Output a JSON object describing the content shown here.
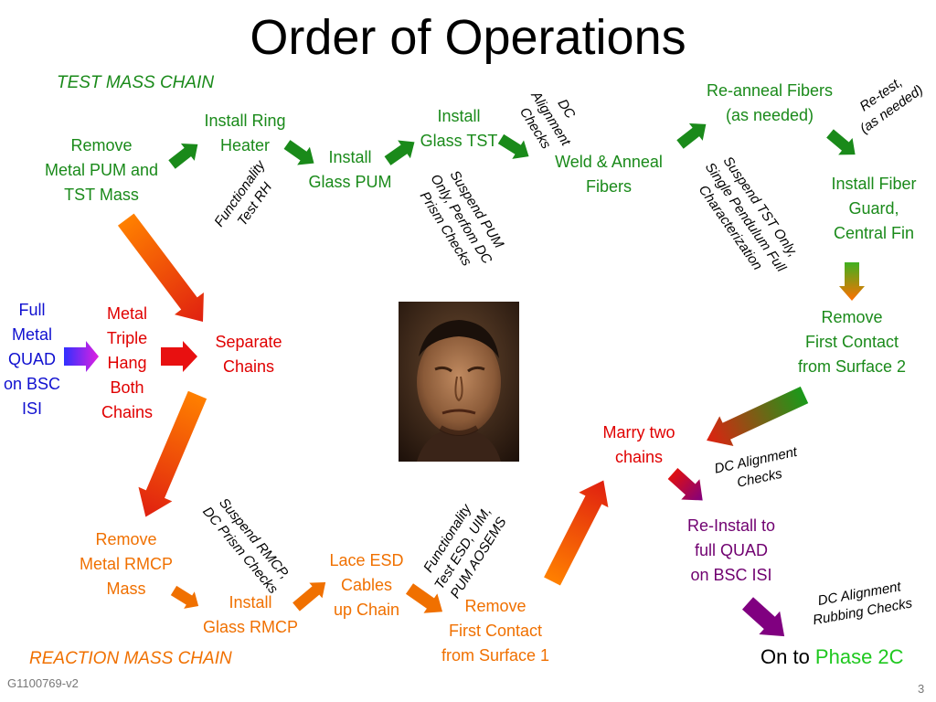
{
  "title": "Order of Operations",
  "chain_labels": {
    "test_mass": "TEST MASS CHAIN",
    "reaction_mass": "REACTION MASS CHAIN"
  },
  "nodes": {
    "full_quad": [
      "Full",
      "Metal",
      "QUAD",
      "on BSC",
      "ISI"
    ],
    "triple_hang": [
      "Metal",
      "Triple",
      "Hang",
      "Both",
      "Chains"
    ],
    "separate_chains": [
      "Separate",
      "Chains"
    ],
    "remove_pum_tst": [
      "Remove",
      "Metal PUM and",
      "TST Mass"
    ],
    "install_ring_heater": [
      "Install Ring",
      "Heater"
    ],
    "install_glass_pum": [
      "Install",
      "Glass PUM"
    ],
    "install_glass_tst": [
      "Install",
      "Glass TST"
    ],
    "weld_anneal": [
      "Weld & Anneal",
      "Fibers"
    ],
    "reanneal": [
      "Re-anneal Fibers",
      "(as needed)"
    ],
    "install_fiber_guard": [
      "Install Fiber",
      "Guard,",
      "Central Fin"
    ],
    "remove_first_contact_2": [
      "Remove",
      "First Contact",
      "from Surface 2"
    ],
    "marry_chains": [
      "Marry two",
      "chains"
    ],
    "reinstall_quad": [
      "Re-Install to",
      "full QUAD",
      "on BSC ISI"
    ],
    "remove_rmcp": [
      "Remove",
      "Metal RMCP",
      "Mass"
    ],
    "install_glass_rmcp": [
      "Install",
      "Glass RMCP"
    ],
    "lace_esd": [
      "Lace ESD",
      "Cables",
      "up Chain"
    ],
    "remove_first_contact_1": [
      "Remove",
      "First Contact",
      "from Surface 1"
    ]
  },
  "notes": {
    "functionality_rh": [
      "Functionality",
      "Test RH"
    ],
    "suspend_pum": [
      "Suspend PUM",
      "Only, Perfom DC",
      "Prism Checks"
    ],
    "dc_alignment_top": [
      "DC",
      "Alignment",
      "Checks"
    ],
    "suspend_tst": [
      "Suspend TST Only,",
      "Single Pendulum Full",
      "Characterization"
    ],
    "retest": [
      "Re-test,",
      "(as needed)"
    ],
    "dc_alignment_mid": [
      "DC Alignment",
      "Checks"
    ],
    "dc_rubbing": [
      "DC Alignment",
      "Rubbing Checks"
    ],
    "suspend_rmcp": [
      "Suspend RMCP,",
      "DC Prism Checks"
    ],
    "functionality_esd": [
      "Functionality",
      "Test ESD, UIM,",
      "PUM AOSEMS"
    ]
  },
  "next_step": {
    "prefix": "On to ",
    "phase": "Phase 2C"
  },
  "footer": {
    "doc_id": "G1100769-v2",
    "page_number": "3"
  },
  "colors": {
    "green": "#1a8a1a",
    "red": "#e00000",
    "orange": "#f07000",
    "blue": "#1010d0",
    "purple": "#700070",
    "phase": "#1ec81e"
  }
}
